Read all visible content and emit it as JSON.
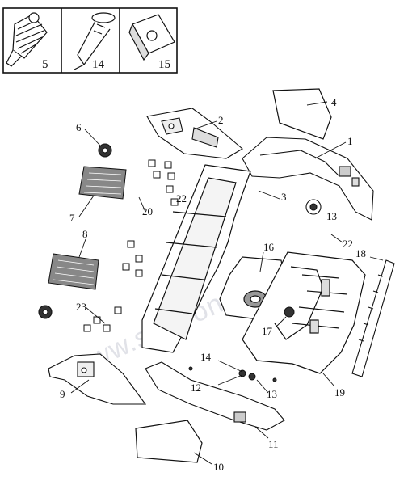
{
  "inset_callouts": [
    "5",
    "14",
    "15"
  ],
  "part_callouts": {
    "p1": "1",
    "p2": "2",
    "p3": "3",
    "p4": "4",
    "p6": "6",
    "p7": "7",
    "p8": "8",
    "p9": "9",
    "p10": "10",
    "p11": "11",
    "p12": "12",
    "p13": "13",
    "p13b": "13",
    "p14": "14",
    "p16": "16",
    "p17": "17",
    "p18": "18",
    "p19": "19",
    "p20": "20",
    "p22": "22",
    "p22b": "22",
    "p23": "23"
  },
  "watermark": "www.sinifron-to.kz",
  "colors": {
    "line": "#111111",
    "watermark": "#c9ccd6"
  }
}
